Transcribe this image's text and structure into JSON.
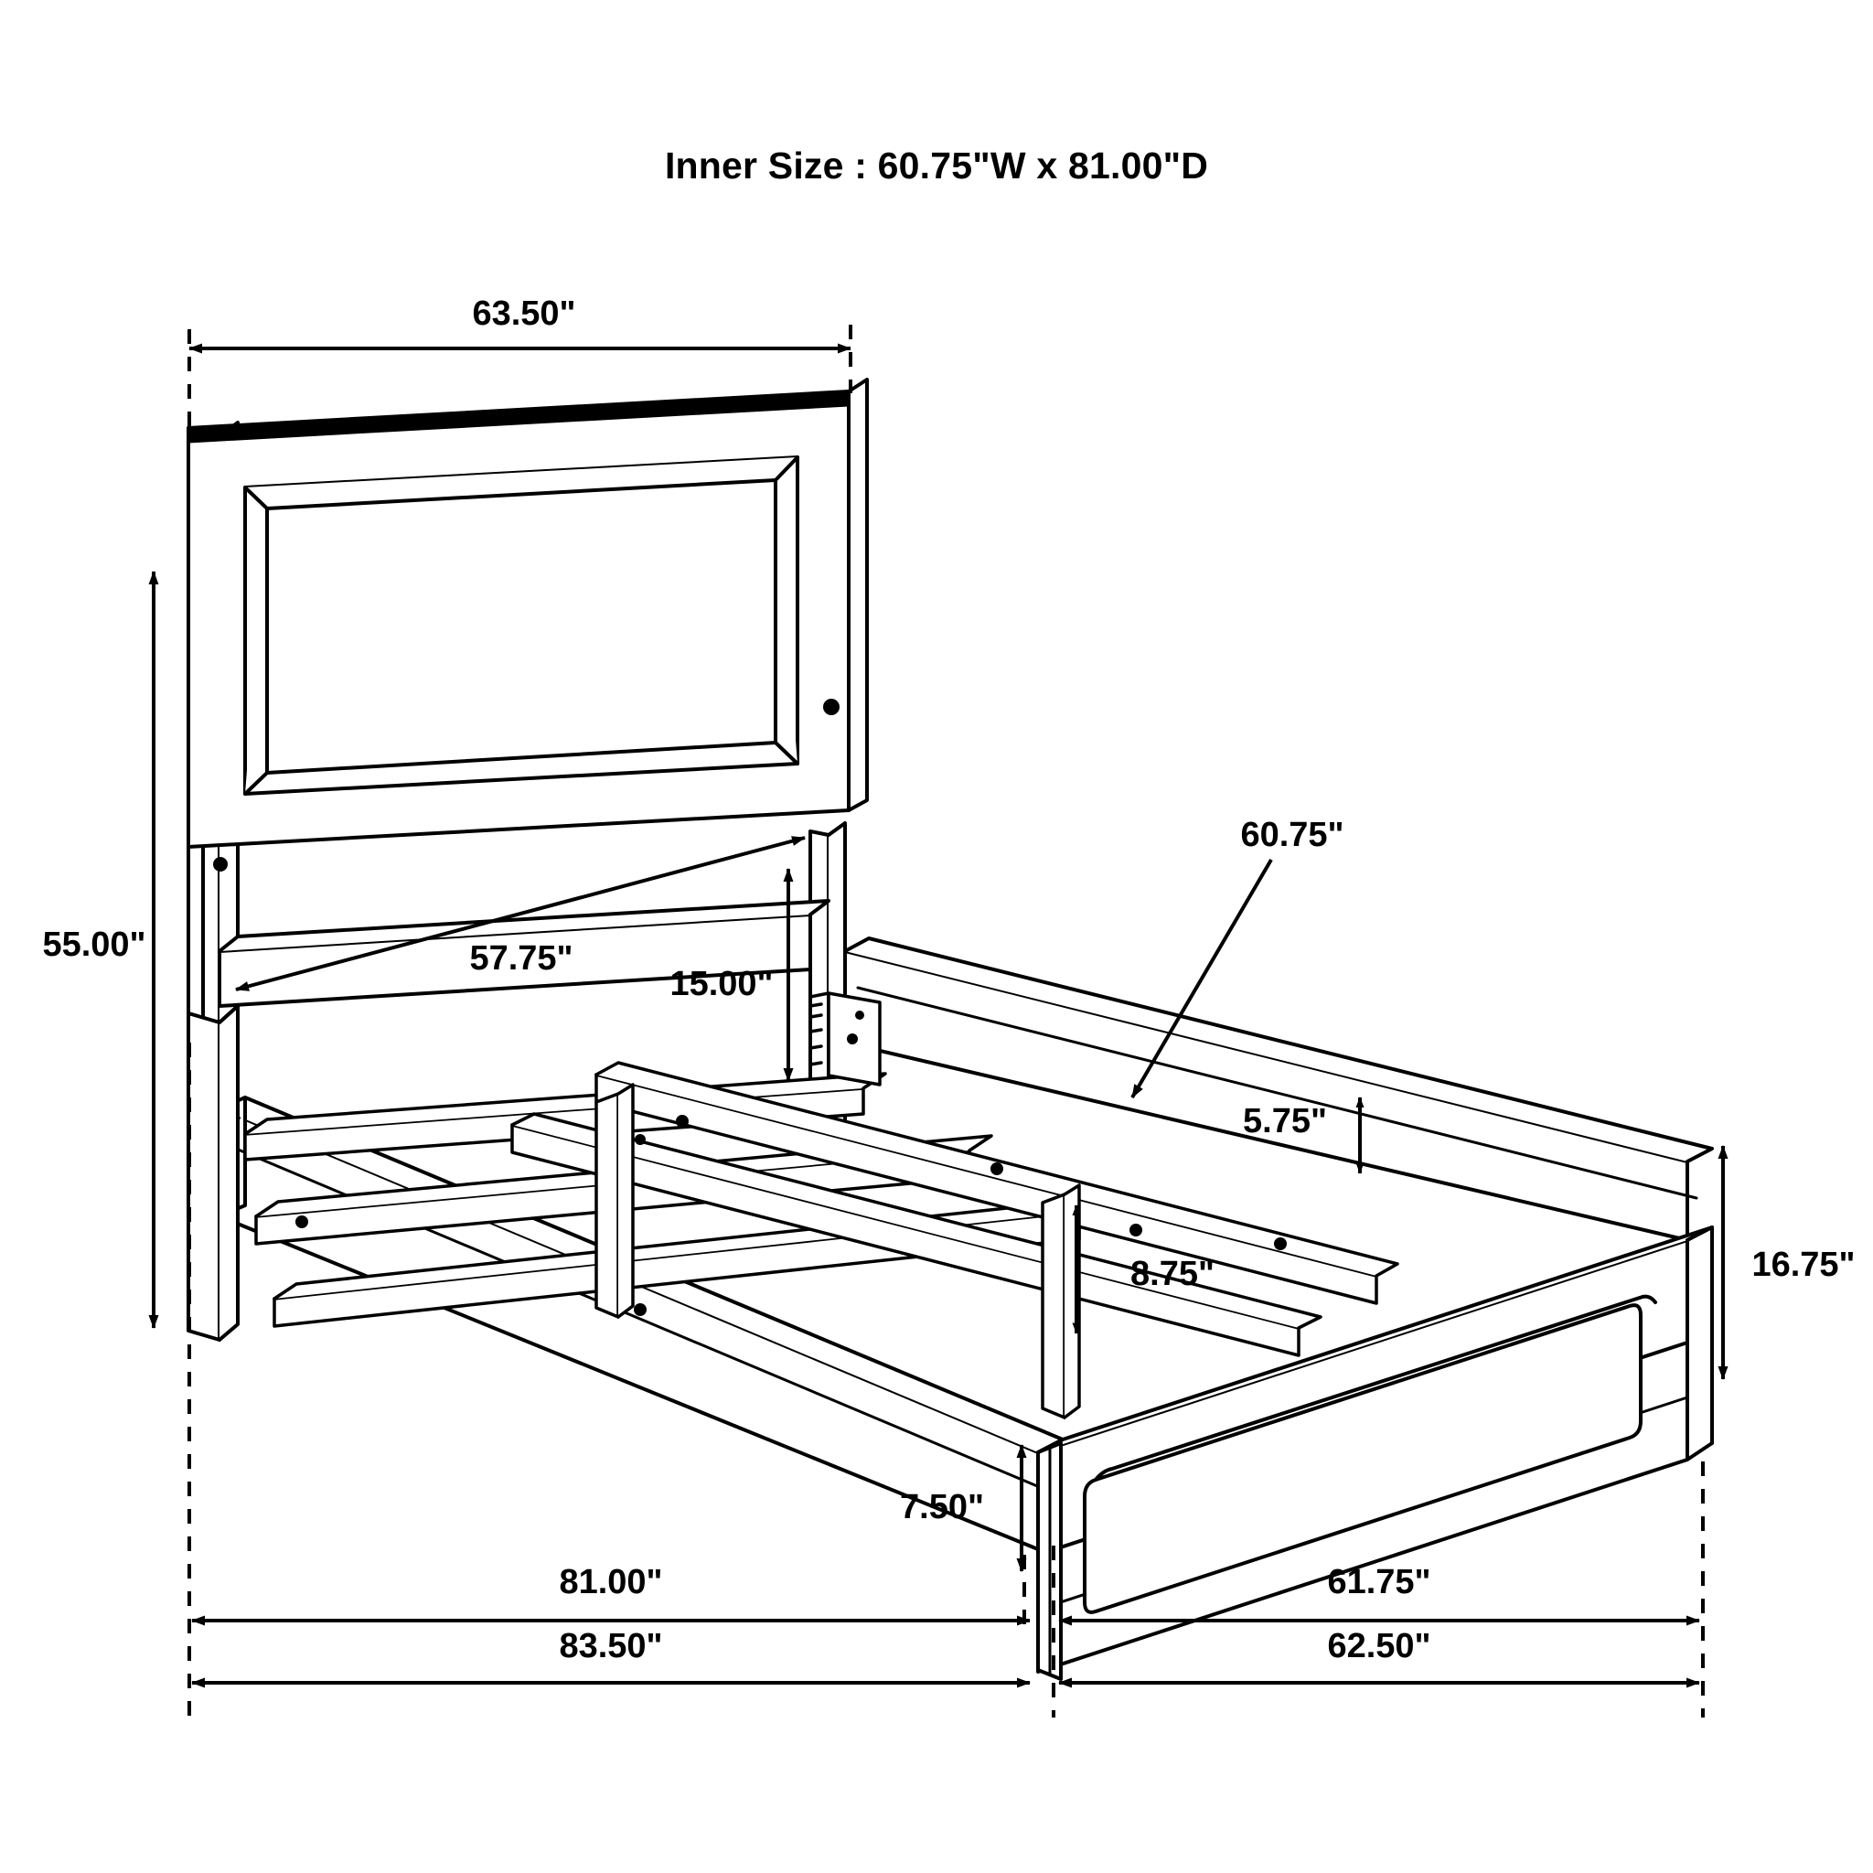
{
  "title": "Inner Size : 60.75\"W x 81.00\"D",
  "drawing": {
    "subject": "bed-frame-assembly-isometric",
    "line_color": "#000000",
    "background_color": "#ffffff"
  },
  "dimensions": {
    "headboard_width_top": "63.50\"",
    "headboard_height_left": "55.00\"",
    "headboard_inner_width": "57.75\"",
    "rail_to_slat_drop": "15.00\"",
    "inner_width_callout": "60.75\"",
    "slat_offset": "5.75\"",
    "slat_clearance": "8.75\"",
    "footboard_height_right": "16.75\"",
    "footboard_leg_height": "7.50\"",
    "inner_depth_bottom": "81.00\"",
    "overall_depth_bottom": "83.50\"",
    "inner_width_bottom": "61.75\"",
    "overall_width_bottom": "62.50\""
  }
}
